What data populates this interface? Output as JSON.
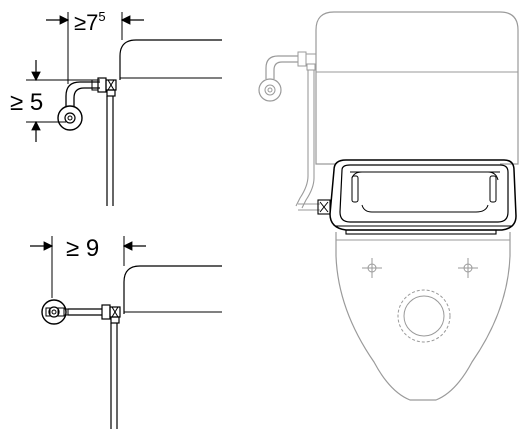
{
  "dimensions": {
    "top_horizontal": {
      "base": "≥7",
      "superscript": "5"
    },
    "left_vertical": "≥ 5",
    "bottom_horizontal": "≥ 9"
  },
  "colors": {
    "line": "#000000",
    "faded_line": "#9a9a9a",
    "background": "#ffffff"
  }
}
